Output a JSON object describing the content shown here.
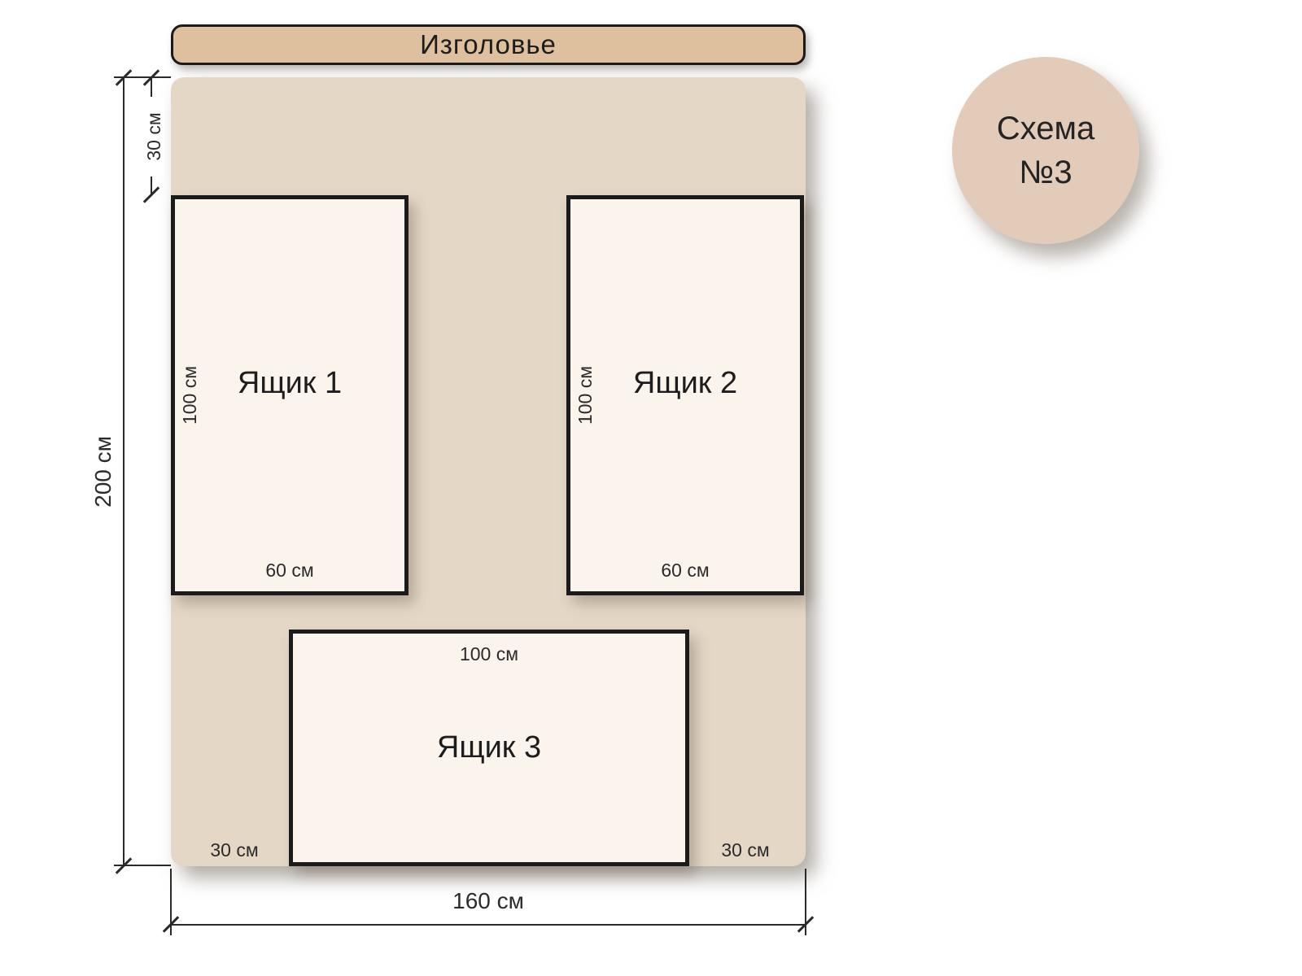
{
  "diagram": {
    "headboard": {
      "label": "Изголовье"
    },
    "badge": {
      "line1": "Схема",
      "line2": "№3"
    },
    "drawers": [
      {
        "name": "Ящик 1",
        "depth": "100 см",
        "width": "60 см"
      },
      {
        "name": "Ящик 2",
        "depth": "100 см",
        "width": "60 см"
      },
      {
        "name": "Ящик 3",
        "width": "100 см"
      }
    ],
    "dims": {
      "bed_height": "200 см",
      "bed_width": "160 см",
      "top_gap": "30 см",
      "bottom_left_gap": "30 см",
      "bottom_right_gap": "30 см"
    },
    "colors": {
      "headboard": "#dfc09e",
      "bed": "#e5d7c6",
      "drawer": "#fbf4ec",
      "outline": "#1b1b1b",
      "badge": "#e2ccb9"
    }
  }
}
